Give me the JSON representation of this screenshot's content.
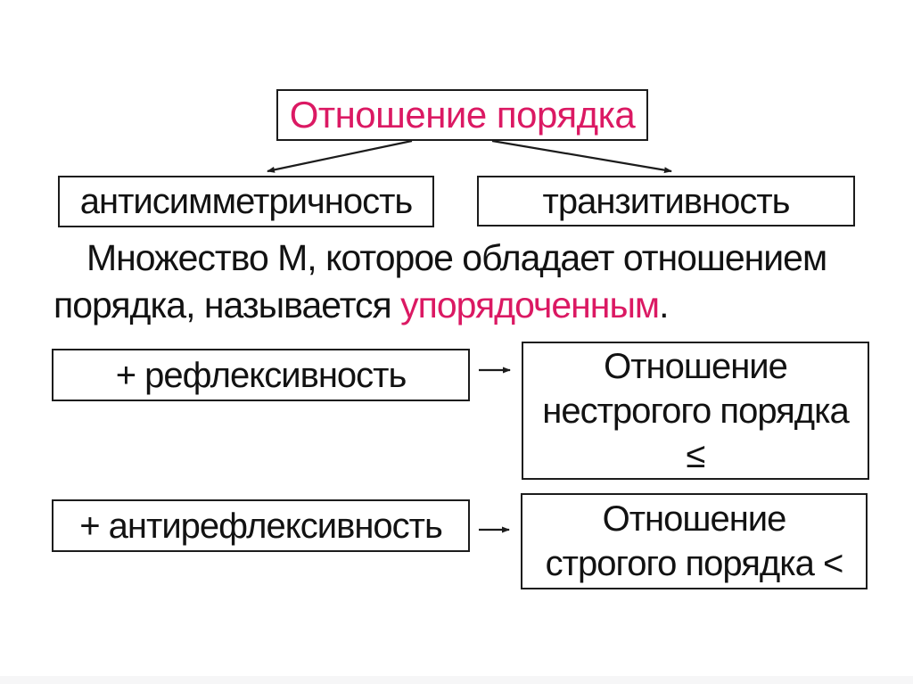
{
  "colors": {
    "accent": "#db1963",
    "text": "#121212",
    "border": "#1c1c1c",
    "background": "#ffffff"
  },
  "diagram": {
    "title_box": {
      "label": "Отношение порядка"
    },
    "branch_boxes": [
      {
        "label": "антисимметричность"
      },
      {
        "label": "транзитивность"
      }
    ],
    "paragraph": {
      "line1": "Множество М, которое обладает отношением",
      "line2_prefix": "порядка, называется ",
      "highlight": "упорядоченным",
      "period": "."
    },
    "rows": [
      {
        "left_label": "+ рефлексивность",
        "right_lines": [
          "Отношение",
          "нестрогого порядка",
          "≤"
        ]
      },
      {
        "left_label": "+ антирефлексивность",
        "right_lines": [
          "Отношение",
          "строгого порядка <"
        ]
      }
    ]
  }
}
